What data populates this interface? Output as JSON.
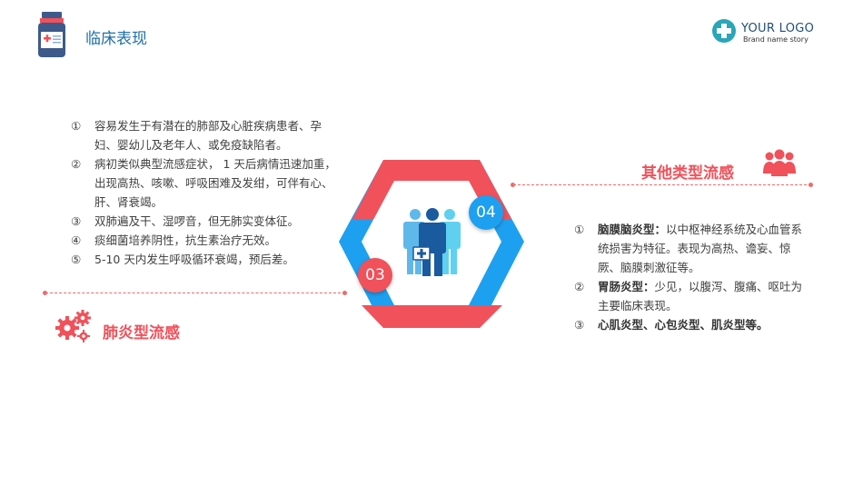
{
  "header": {
    "title": "临床表现",
    "logo_text": "YOUR LOGO",
    "logo_sub": "Brand name story"
  },
  "left_section": {
    "heading": "肺炎型流感",
    "badge": "03",
    "items": [
      {
        "num": "①",
        "text": "容易发生于有潜在的肺部及心脏疾病患者、孕妇、婴幼儿及老年人、或免疫缺陷者。"
      },
      {
        "num": "②",
        "text": "病初类似典型流感症状， 1 天后病情迅速加重，出现高热、咳嗽、呼吸困难及发绀，可伴有心、肝、肾衰竭。"
      },
      {
        "num": "③",
        "text": "双肺遍及干、湿啰音，但无肺实变体征。"
      },
      {
        "num": "④",
        "text": "痰细菌培养阴性，抗生素治疗无效。"
      },
      {
        "num": "⑤",
        "text": "5-10 天内发生呼吸循环衰竭，预后差。"
      }
    ]
  },
  "right_section": {
    "heading": "其他类型流感",
    "badge": "04",
    "items": [
      {
        "num": "①",
        "label": "脑膜脑炎型：",
        "text": "以中枢神经系统及心血管系统损害为特征。表现为高热、谵妄、惊厥、脑膜刺激征等。"
      },
      {
        "num": "②",
        "label": "胃肠炎型：",
        "text": "少见，以腹泻、腹痛、呕吐为主要临床表现。"
      },
      {
        "num": "③",
        "label": "心肌炎型、心包炎型、肌炎型等。",
        "text": ""
      }
    ]
  },
  "colors": {
    "accent_red": "#f0515a",
    "accent_blue": "#1ea0f0",
    "title_blue": "#1f6fa8",
    "logo_teal": "#2aa6b8"
  },
  "icons": {
    "header": "medicine-bottle-icon",
    "center": "doctors-group-icon",
    "left": "gears-icon",
    "right": "people-group-icon"
  }
}
